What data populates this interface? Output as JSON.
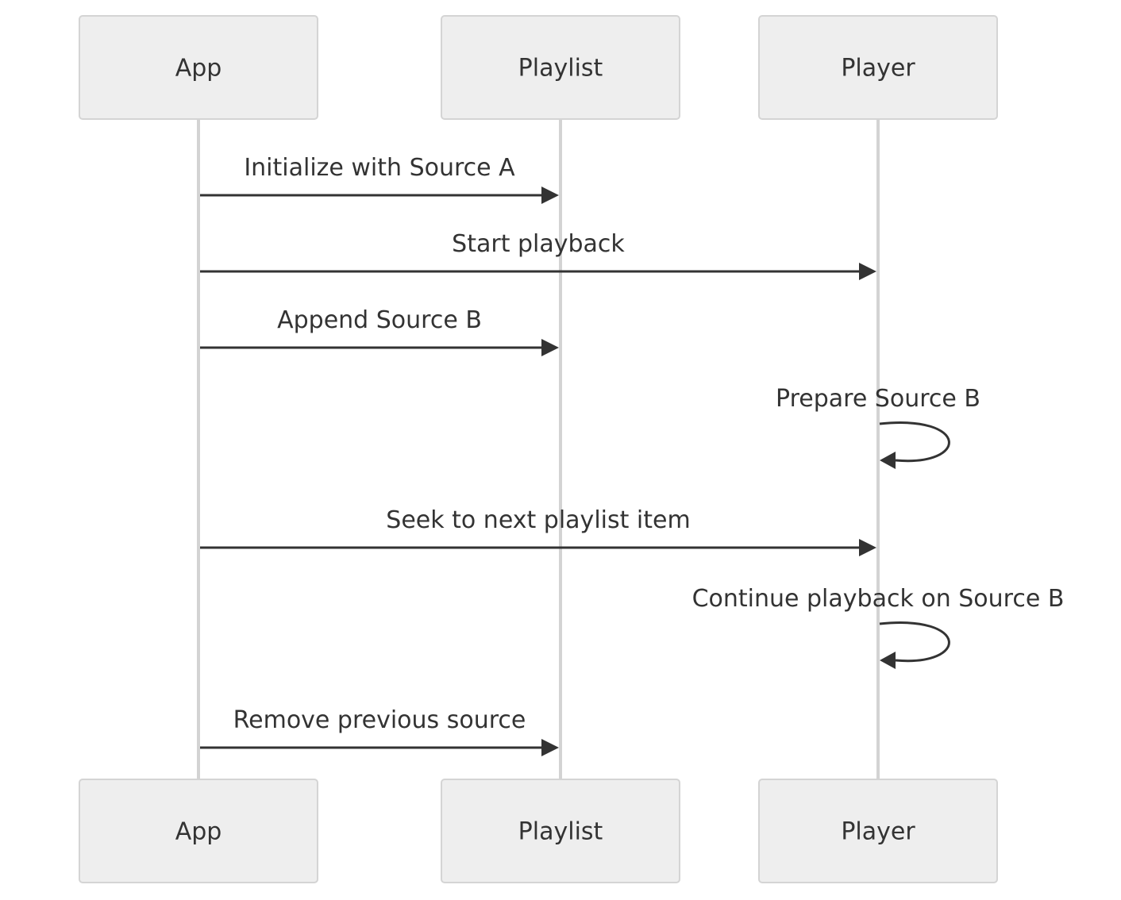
{
  "diagram": {
    "type": "sequence",
    "participants": [
      {
        "id": "app",
        "label": "App"
      },
      {
        "id": "playlist",
        "label": "Playlist"
      },
      {
        "id": "player",
        "label": "Player"
      }
    ],
    "messages": [
      {
        "from": "app",
        "to": "playlist",
        "label": "Initialize with Source A"
      },
      {
        "from": "app",
        "to": "player",
        "label": "Start playback"
      },
      {
        "from": "app",
        "to": "playlist",
        "label": "Append Source B"
      },
      {
        "from": "player",
        "to": "player",
        "label": "Prepare Source B"
      },
      {
        "from": "app",
        "to": "player",
        "label": "Seek to next playlist item"
      },
      {
        "from": "player",
        "to": "player",
        "label": "Continue playback on Source B"
      },
      {
        "from": "app",
        "to": "playlist",
        "label": "Remove previous source"
      }
    ],
    "colors": {
      "actor_fill": "#eeeeee",
      "actor_stroke": "#d4d4d4",
      "lifeline": "#d3d3d3",
      "message": "#333333",
      "text": "#333333"
    }
  }
}
